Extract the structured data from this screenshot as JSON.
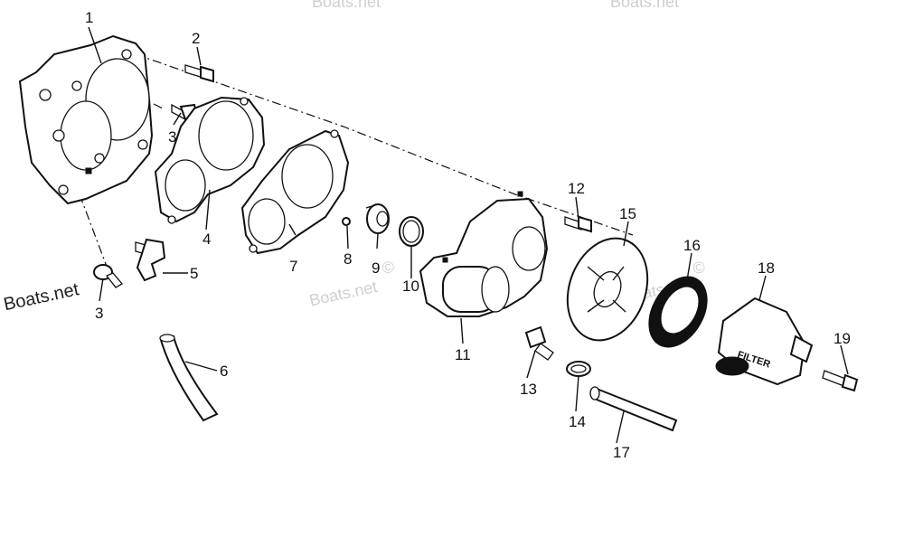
{
  "watermarks": {
    "left": "Boats.net",
    "center": "Boats.net",
    "right": "Boats.net",
    "top_left": "Boats.net",
    "top_right": "Boats.net"
  },
  "callouts": [
    "1",
    "2",
    "3",
    "3",
    "4",
    "5",
    "6",
    "7",
    "8",
    "9",
    "10",
    "11",
    "12",
    "13",
    "14",
    "15",
    "16",
    "17",
    "18",
    "19"
  ],
  "filter_text": "FILTER",
  "copyright_mark": "©"
}
